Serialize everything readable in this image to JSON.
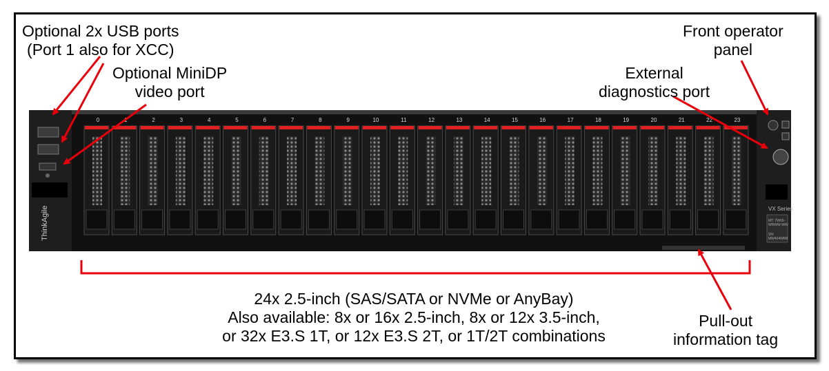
{
  "callouts": {
    "usb_line1": "Optional 2x USB ports",
    "usb_line2": "(Port 1 also for XCC)",
    "minidp_line1": "Optional MiniDP",
    "minidp_line2": "video port",
    "front_panel_line1": "Front operator",
    "front_panel_line2": "panel",
    "diag_line1": "External",
    "diag_line2": "diagnostics port",
    "pullout_line1": "Pull-out",
    "pullout_line2": "information tag"
  },
  "drive_bays": {
    "line1": "24x 2.5-inch (SAS/SATA or NVMe or AnyBay)",
    "line2": "Also available: 8x or 16x 2.5-inch, 8x or 12x 3.5-inch,",
    "line3": "or 32x E3.S 1T, or 12x E3.S 2T, or 1T/2T combinations",
    "bay_numbers": [
      "0",
      "1",
      "2",
      "3",
      "4",
      "5",
      "6",
      "7",
      "8",
      "9",
      "10",
      "11",
      "12",
      "13",
      "14",
      "15",
      "16",
      "17",
      "18",
      "19",
      "20",
      "21",
      "22",
      "23"
    ]
  },
  "server": {
    "brand": "ThinkAgile",
    "series": "VX Series",
    "tag_mt": "MT: 7W00-",
    "tag_model": "WRWW-WW",
    "tag_sn_label": "SN:",
    "tag_sn": "MW404WR8"
  },
  "colors": {
    "arrow": "#e8000b",
    "bay_latch": "#e02020",
    "chassis": "#1c1c1c"
  }
}
